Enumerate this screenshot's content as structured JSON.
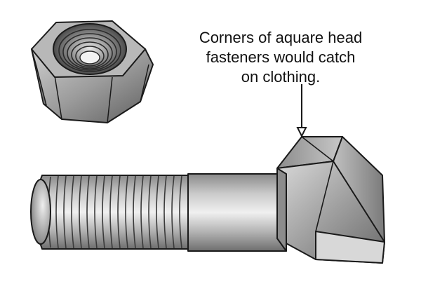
{
  "callout": {
    "lines": [
      "Corners of aquare head",
      "fasteners would catch",
      "on clothing."
    ]
  },
  "colors": {
    "outline": "#1a1a1a",
    "metal_light": "#e6e6e6",
    "metal_mid": "#a8a8a8",
    "metal_dark": "#5e5e5e",
    "background": "#ffffff"
  }
}
